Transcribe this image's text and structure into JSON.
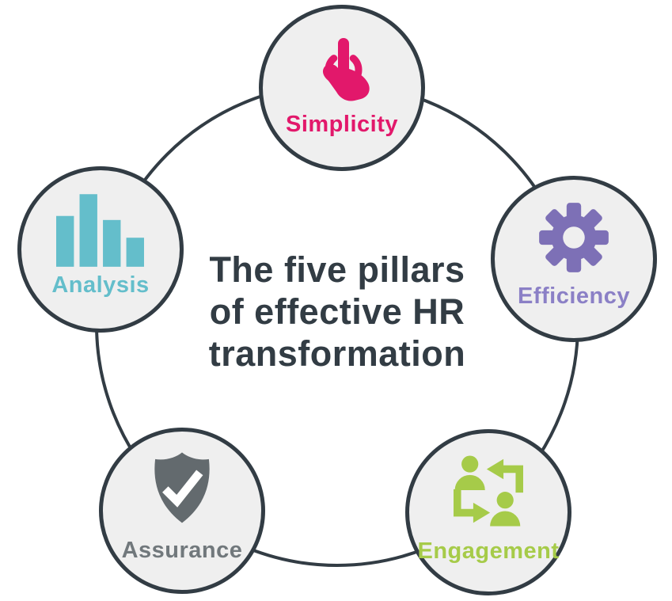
{
  "title": {
    "lines": [
      "The five pillars",
      "of effective HR",
      "transformation"
    ],
    "full": "The five pillars of effective HR transformation"
  },
  "pillars": [
    {
      "label": "Simplicity",
      "icon": "tap-icon",
      "color": "#E2186B",
      "position": "top"
    },
    {
      "label": "Efficiency",
      "icon": "gear-icon",
      "color": "#7D70B6",
      "label_color": "#8B80C6",
      "position": "right"
    },
    {
      "label": "Engagement",
      "icon": "people-exchange-icon",
      "color": "#A6CB49",
      "position": "bottom-right"
    },
    {
      "label": "Assurance",
      "icon": "shield-check-icon",
      "color": "#636A6E",
      "label_color": "#71787C",
      "position": "bottom-left"
    },
    {
      "label": "Analysis",
      "icon": "bar-chart-icon",
      "color": "#64BECB",
      "position": "left"
    }
  ],
  "layout_colors": {
    "outline": "#323C44",
    "circle_fill": "#EFEFEF",
    "background": "#FFFFFF",
    "title_text": "#323C44",
    "check_mark": "#FFFFFF"
  }
}
